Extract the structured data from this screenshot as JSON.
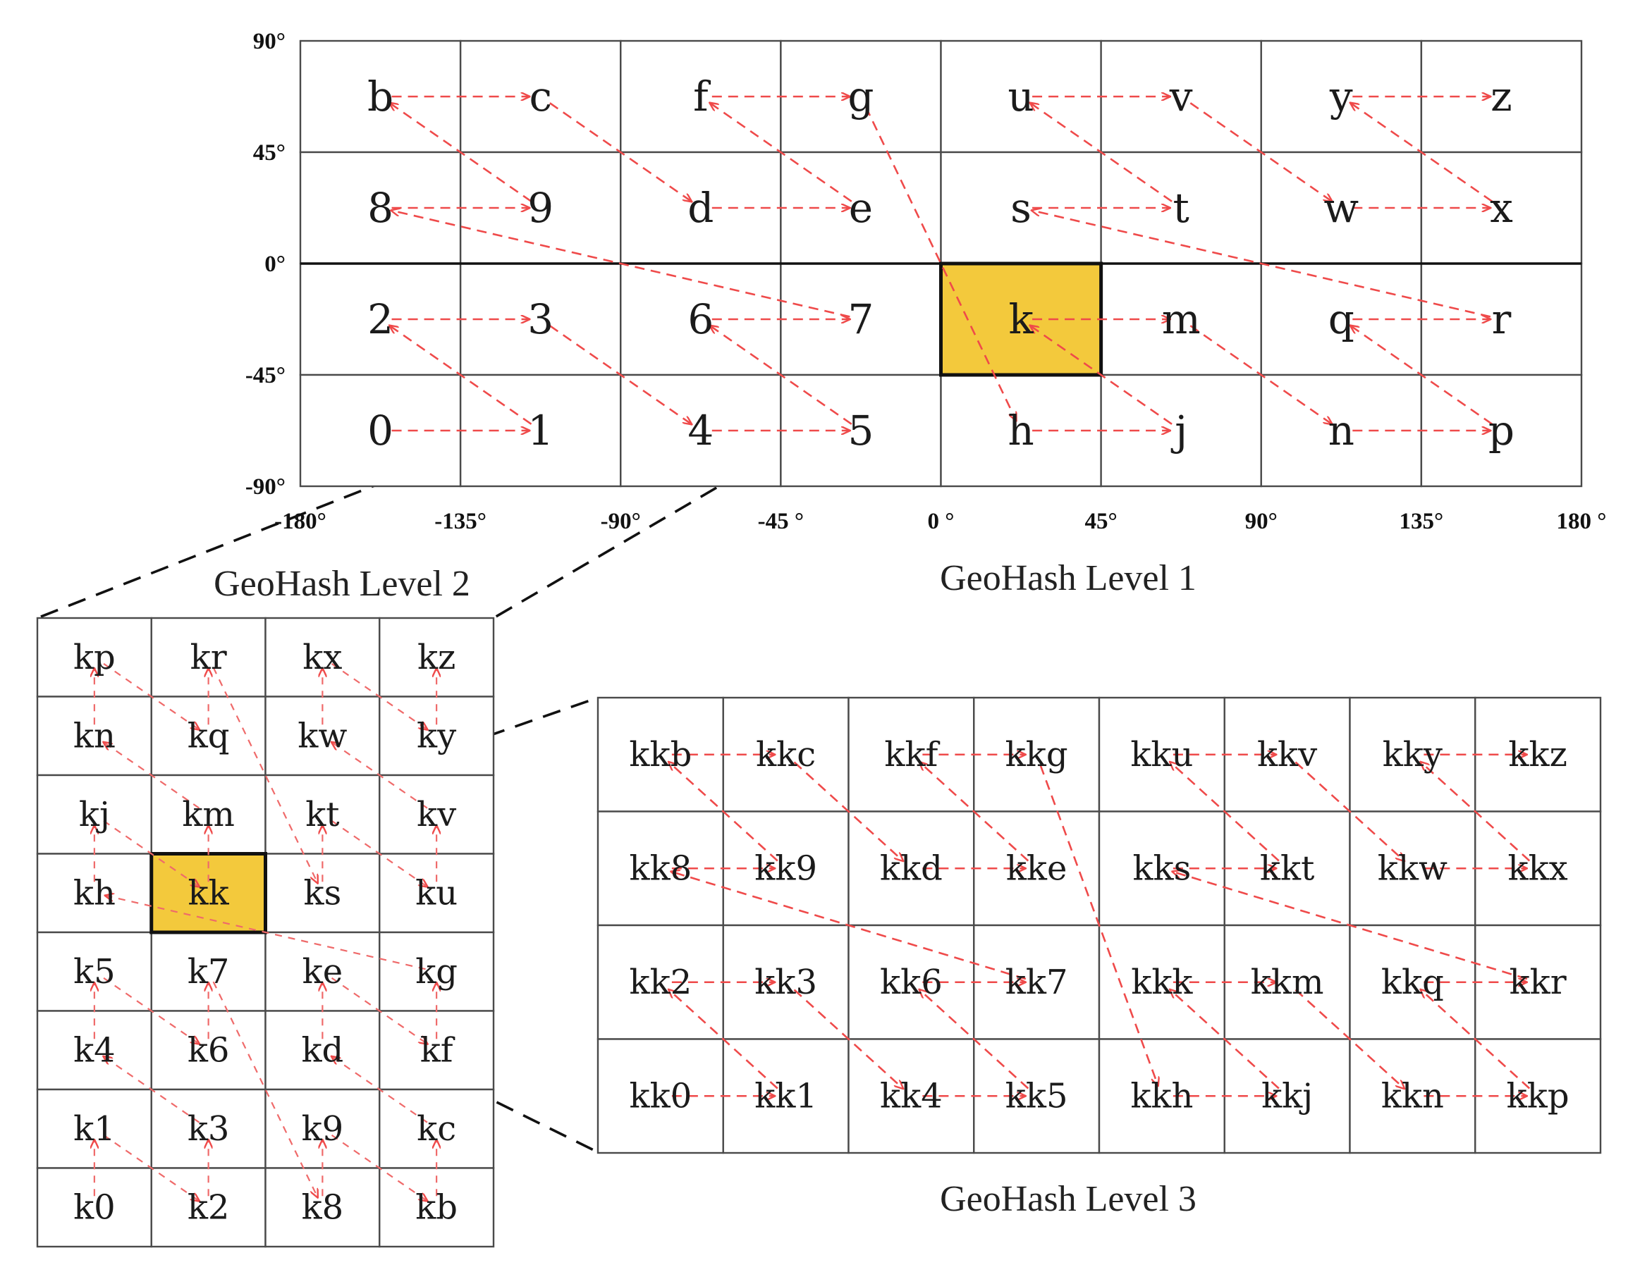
{
  "level1": {
    "caption": "GeoHash Level 1",
    "rows": [
      [
        "b",
        "c",
        "f",
        "g",
        "u",
        "v",
        "y",
        "z"
      ],
      [
        "8",
        "9",
        "d",
        "e",
        "s",
        "t",
        "w",
        "x"
      ],
      [
        "2",
        "3",
        "6",
        "7",
        "k",
        "m",
        "q",
        "r"
      ],
      [
        "0",
        "1",
        "4",
        "5",
        "h",
        "j",
        "n",
        "p"
      ]
    ],
    "highlight": "k",
    "lat_labels": [
      "90°",
      "45°",
      "0°",
      "-45°",
      "-90°"
    ],
    "lon_labels": [
      "-180°",
      "-135°",
      "-90°",
      "-45 °",
      "0 °",
      "45°",
      "90°",
      "135°",
      "180 °"
    ]
  },
  "level2": {
    "caption": "GeoHash Level 2",
    "rows": [
      [
        "kp",
        "kr",
        "kx",
        "kz"
      ],
      [
        "kn",
        "kq",
        "kw",
        "ky"
      ],
      [
        "kj",
        "km",
        "kt",
        "kv"
      ],
      [
        "kh",
        "kk",
        "ks",
        "ku"
      ],
      [
        "k5",
        "k7",
        "ke",
        "kg"
      ],
      [
        "k4",
        "k6",
        "kd",
        "kf"
      ],
      [
        "k1",
        "k3",
        "k9",
        "kc"
      ],
      [
        "k0",
        "k2",
        "k8",
        "kb"
      ]
    ],
    "highlight": "kk"
  },
  "level3": {
    "caption": "GeoHash Level 3",
    "rows": [
      [
        "kkb",
        "kkc",
        "kkf",
        "kkg",
        "kku",
        "kkv",
        "kky",
        "kkz"
      ],
      [
        "kk8",
        "kk9",
        "kkd",
        "kke",
        "kks",
        "kkt",
        "kkw",
        "kkx"
      ],
      [
        "kk2",
        "kk3",
        "kk6",
        "kk7",
        "kkk",
        "kkm",
        "kkq",
        "kkr"
      ],
      [
        "kk0",
        "kk1",
        "kk4",
        "kk5",
        "kkh",
        "kkj",
        "kkn",
        "kkp"
      ]
    ]
  },
  "colors": {
    "highlight_fill": "#f3c93c",
    "curve_line": "#ef4a4a",
    "grid_line": "#4a4a4a"
  }
}
